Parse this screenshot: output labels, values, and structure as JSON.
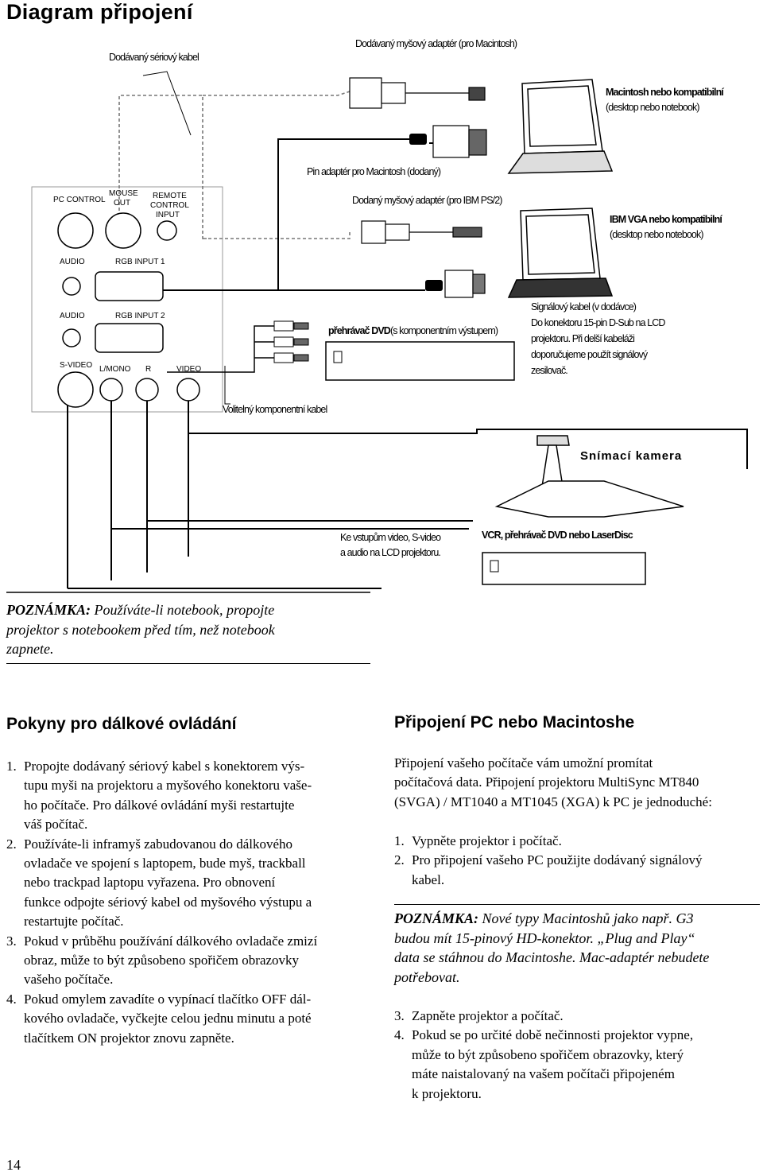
{
  "title": "Diagram připojení",
  "diagram": {
    "serial_cable": "Dodávaný sériový kabel",
    "mac_mouse_adapter": "Dodávaný myšový adaptér (pro Macintosh)",
    "mac_computer": "Macintosh nebo kompatibilní",
    "mac_computer_sub": "(desktop nebo notebook)",
    "pin_adapter": "Pin adaptér pro Macintosh (dodaný)",
    "ibm_mouse_adapter": "Dodaný myšový adaptér (pro IBM PS/2)",
    "ibm_computer": "IBM VGA nebo kompatibilní",
    "ibm_computer_sub": "(desktop nebo notebook)",
    "dvd_player": "přehrávač DVD",
    "dvd_player_suffix": "(s komponentním výstupem)",
    "signal_cable_1": "Signálový kabel (v dodávce)",
    "signal_cable_2": "Do konektoru 15-pin D-Sub na LCD",
    "signal_cable_3": "projektoru. Při delší kabeláži",
    "signal_cable_4": "doporučujeme použít signálový",
    "signal_cable_5": "zesilovač.",
    "component_cable": "Volitelný komponentní kabel",
    "camera": "Snímací kamera",
    "video_inputs_1": "Ke vstupům video, S-video",
    "video_inputs_2": "a audio na LCD projektoru.",
    "vcr": "VCR, přehrávač DVD nebo LaserDisc",
    "ports": {
      "pc_control": "PC CONTROL",
      "mouse_out_1": "MOUSE",
      "mouse_out_2": "OUT",
      "remote_1": "REMOTE",
      "remote_2": "CONTROL",
      "remote_3": "INPUT",
      "audio1": "AUDIO",
      "rgb1": "RGB INPUT 1",
      "audio2": "AUDIO",
      "rgb2": "RGB INPUT 2",
      "svideo": "S-VIDEO",
      "lmono": "L/MONO",
      "r": "R",
      "video": "VIDEO"
    }
  },
  "note_top": {
    "label": "POZNÁMKA:",
    "line1": "Používáte-li notebook, propojte",
    "line2": "projektor s notebookem před tím, než notebook",
    "line3": "zapnete."
  },
  "left": {
    "heading": "Pokyny pro dálkové ovládání",
    "items": [
      {
        "num": "1.",
        "lines": [
          "Propojte dodávaný sériový kabel s konektorem výs-",
          "tupu myši na projektoru a myšového konektoru vaše-",
          "ho počítače. Pro dálkové ovládání myši restartujte",
          "váš počítač."
        ]
      },
      {
        "num": "2.",
        "lines": [
          "Používáte-li inframyš zabudovanou do dálkového",
          "ovladače ve spojení s laptopem, bude myš, trackball",
          "nebo trackpad laptopu vyřazena. Pro obnovení",
          "funkce odpojte sériový kabel od myšového výstupu a",
          "restartujte počítač."
        ]
      },
      {
        "num": "3.",
        "lines": [
          "Pokud v průběhu používání dálkového ovladače zmizí",
          "obraz, může to být způsobeno spořičem obrazovky",
          "vašeho  počítače."
        ]
      },
      {
        "num": "4.",
        "lines": [
          "Pokud omylem zavadíte o vypínací tlačítko OFF dál-",
          "kového ovladače, vyčkejte celou jednu minutu a poté",
          "tlačítkem ON projektor znovu zapněte."
        ]
      }
    ]
  },
  "right": {
    "heading": "Připojení PC nebo Macintoshe",
    "intro": [
      "Připojení vašeho počítače vám umožní promítat",
      "počítačová data. Připojení projektoru MultiSync MT840",
      "(SVGA) / MT1040 a MT1045 (XGA) k PC je jednoduché:"
    ],
    "steps_a": [
      {
        "num": "1.",
        "lines": [
          "Vypněte projektor i počítač."
        ]
      },
      {
        "num": "2.",
        "lines": [
          "Pro připojení vašeho PC použijte dodávaný signálový",
          "kabel."
        ]
      }
    ],
    "note": {
      "label": "POZNÁMKA:",
      "lines": [
        "Nové typy Macintoshů jako např. G3",
        "budou mít 15-pinový HD-konektor. „Plug and Play“",
        "data se stáhnou do Macintoshe. Mac-adaptér nebudete",
        "potřebovat."
      ]
    },
    "steps_b": [
      {
        "num": "3.",
        "lines": [
          "Zapněte projektor a počítač."
        ]
      },
      {
        "num": "4.",
        "lines": [
          "Pokud se po určité době nečinnosti projektor vypne,",
          "může to být způsobeno spořičem obrazovky, který",
          "máte naistalovaný na vašem počítači připojeném",
          "k projektoru."
        ]
      }
    ]
  },
  "page_number": "14"
}
